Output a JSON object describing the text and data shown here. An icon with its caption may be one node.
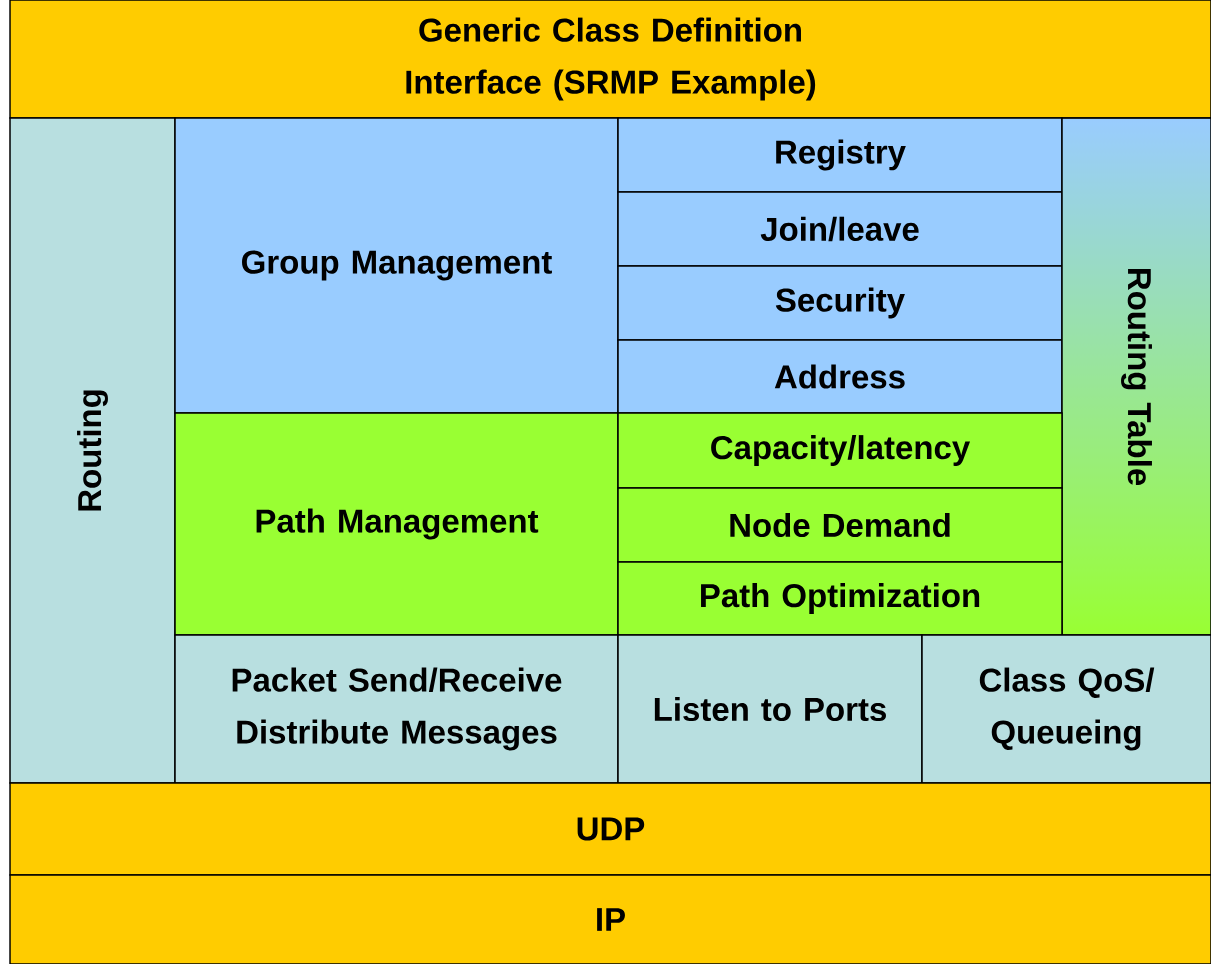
{
  "diagram": {
    "nodes": [
      {
        "text": [
          "Generic Class Definition Interface (SRMP Example)"
        ]
      },
      {
        "text": [
          "Routing"
        ]
      },
      {
        "text": [
          "Group Management"
        ]
      },
      {
        "text": [
          "Registry"
        ]
      },
      {
        "text": [
          "Join/leave"
        ]
      },
      {
        "text": [
          "Security"
        ]
      },
      {
        "text": [
          "Address"
        ]
      },
      {
        "text": [
          "Routing Table"
        ]
      },
      {
        "text": [
          "Path Management"
        ]
      },
      {
        "text": [
          "Capacity/latency"
        ]
      },
      {
        "text": [
          "Node Demand"
        ]
      },
      {
        "text": [
          "Path Optimization"
        ]
      },
      {
        "text": [
          "Packet Send/Receive Distribute Messages"
        ]
      },
      {
        "text": [
          "Listen to Ports"
        ]
      },
      {
        "text": [
          "Class QoS/ Queueing"
        ]
      },
      {
        "text": [
          "UDP"
        ]
      },
      {
        "text": [
          "IP"
        ]
      }
    ]
  }
}
